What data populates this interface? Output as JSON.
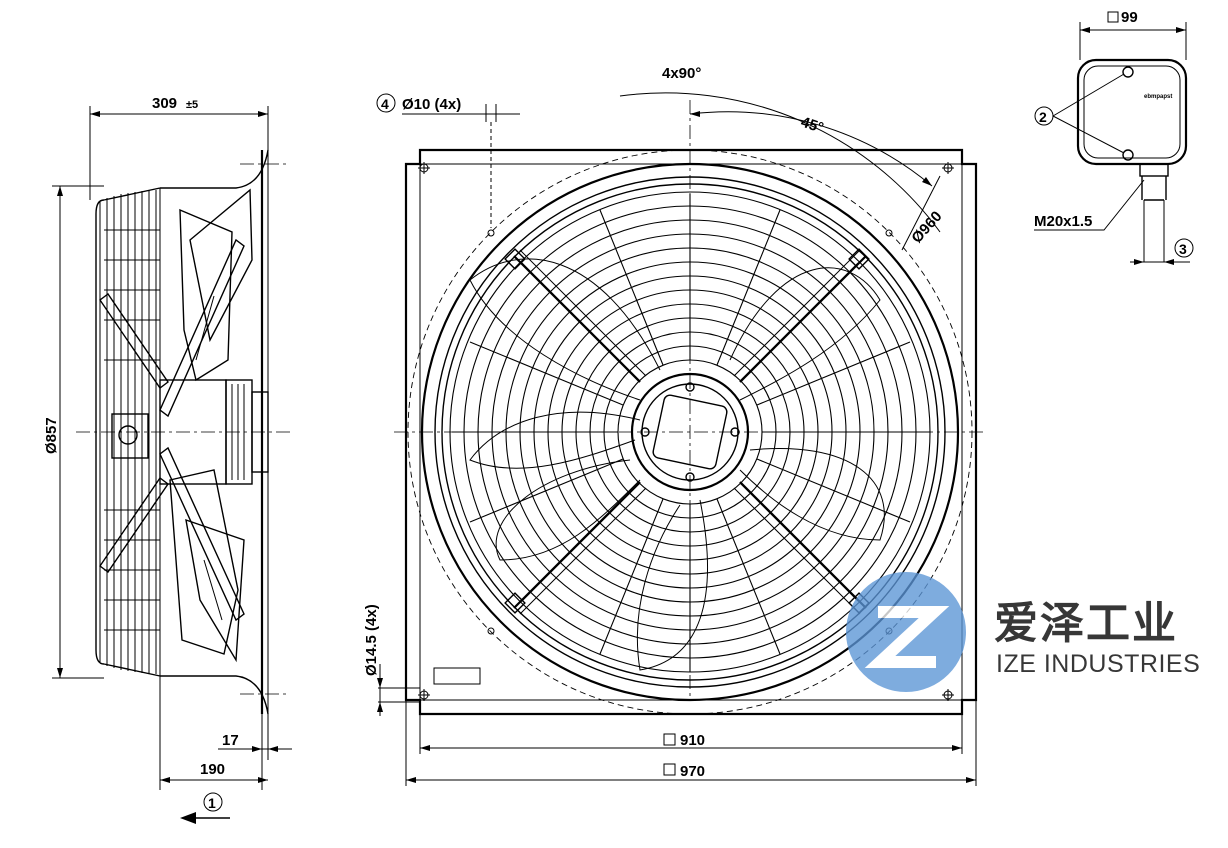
{
  "dimensions": {
    "side_depth": "309",
    "side_depth_tol": "±5",
    "ring_diameter": "Ø857",
    "flange_offset": "17",
    "motor_depth": "190",
    "angle_total": "4x90°",
    "angle_half": "45°",
    "bolt_circle": "Ø960",
    "hole_small": "Ø10 (4x)",
    "hole_large": "Ø14.5 (4x)",
    "inner_square": "910",
    "outer_square": "970",
    "box_width": "99",
    "cable_gland": "M20x1.5",
    "box_brand": "ebmpapst"
  },
  "callouts": [
    "1",
    "2",
    "3",
    "4"
  ],
  "watermark": {
    "name_cn": "爱泽工业",
    "name_en": "IZE INDUSTRIES",
    "logo_color": "#5b95d6"
  },
  "icons": {
    "square_symbol": "square-symbol-icon",
    "airflow_arrow": "airflow-arrow-icon"
  }
}
